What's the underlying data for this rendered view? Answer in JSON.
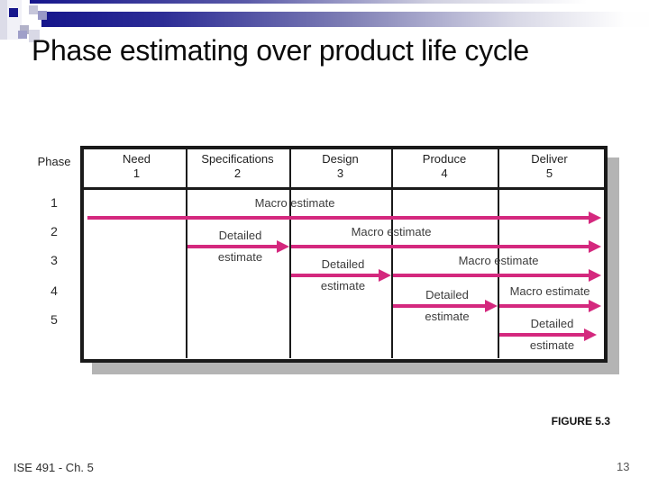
{
  "slide": {
    "title": "Phase estimating over product life cycle",
    "figure_caption": "FIGURE 5.3",
    "footer_left": "ISE 491 - Ch. 5",
    "page_number": "13"
  },
  "colors": {
    "accent_navy": "#16168c",
    "arrow_pink": "#d4287e",
    "table_border": "#1a1a1a",
    "shadow_gray": "#b4b4b4"
  },
  "figure": {
    "corner_label": "Phase",
    "columns": [
      {
        "name": "Need",
        "number": "1"
      },
      {
        "name": "Specifications",
        "number": "2"
      },
      {
        "name": "Design",
        "number": "3"
      },
      {
        "name": "Produce",
        "number": "4"
      },
      {
        "name": "Deliver",
        "number": "5"
      }
    ],
    "macro_label": "Macro estimate",
    "detailed_label_line1": "Detailed",
    "detailed_label_line2": "estimate",
    "rows": [
      {
        "phase": "1",
        "detailed_col": null,
        "macro_start_col": 0
      },
      {
        "phase": "2",
        "detailed_col": 1,
        "macro_start_col": 2
      },
      {
        "phase": "3",
        "detailed_col": 2,
        "macro_start_col": 3
      },
      {
        "phase": "4",
        "detailed_col": 3,
        "macro_start_col": 4
      },
      {
        "phase": "5",
        "detailed_col": 4,
        "macro_start_col": null
      }
    ]
  }
}
